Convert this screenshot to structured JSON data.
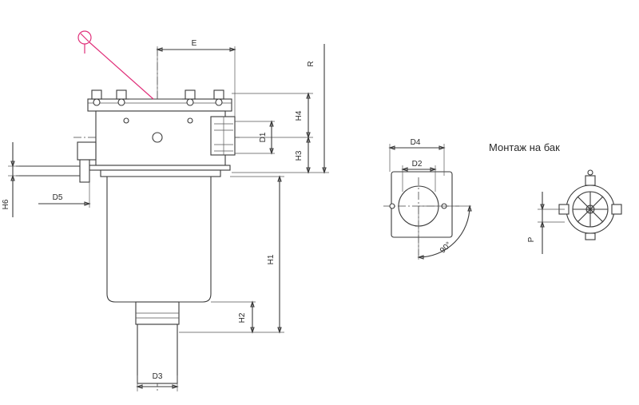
{
  "labels": {
    "e": "E",
    "r": "R",
    "h4": "H4",
    "h3": "H3",
    "d1": "D1",
    "h6": "H6",
    "d5": "D5",
    "h1": "H1",
    "h2": "H2",
    "d3": "D3",
    "d4": "D4",
    "d2": "D2",
    "angle": "90°",
    "p": "P",
    "mount_title": "Монтаж на бак"
  },
  "colors": {
    "line": "#3a3a3a",
    "accent_arrow": "#e0307a",
    "background": "#ffffff"
  },
  "icons": {
    "pressure_gauge": "gauge-icon"
  }
}
